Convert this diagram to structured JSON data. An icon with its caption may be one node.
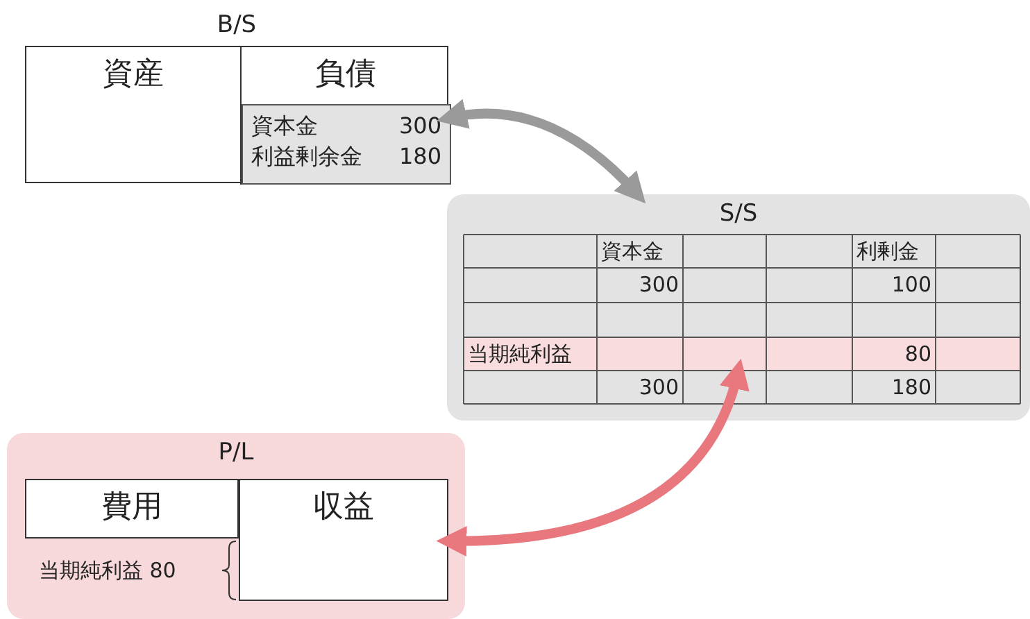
{
  "diagram": {
    "nodes": [
      {
        "text": [
          "B/S"
        ]
      },
      {
        "text": [
          "資産"
        ],
        "in": 0
      },
      {
        "text": [
          "負債"
        ],
        "in": 0
      },
      {
        "text": [
          "資本金",
          "300",
          "利益剰余金",
          "180"
        ],
        "in": 2
      },
      {
        "text": [
          "S/S"
        ]
      },
      {
        "text": [
          "当期純利益",
          "80"
        ],
        "in": 4
      },
      {
        "text": [
          "P/L"
        ]
      },
      {
        "text": [
          "費用"
        ],
        "in": 6
      },
      {
        "text": [
          "収益"
        ],
        "in": 6
      }
    ],
    "edges": [
      {
        "from": 3,
        "to": 4,
        "arrow": "both",
        "color": "#9a9a9a"
      },
      {
        "from": 5,
        "to": 8,
        "arrow": "both",
        "color": "#e8787e"
      }
    ],
    "labels": [
      "資本金",
      "利剰金",
      "300",
      "100",
      "300",
      "180",
      "当期純利益 80"
    ]
  }
}
